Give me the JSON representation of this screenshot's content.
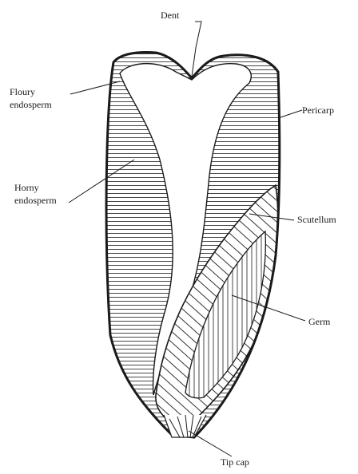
{
  "labels": {
    "dent": "Dent",
    "floury": [
      "Floury",
      "endosperm"
    ],
    "pericarp": "Pericarp",
    "horny": [
      "Horny",
      "endosperm"
    ],
    "scutellum": "Scutellum",
    "germ": "Germ",
    "tip_cap": "Tip cap"
  },
  "colors": {
    "ink": "#1a1a1a",
    "paper": "#ffffff"
  }
}
